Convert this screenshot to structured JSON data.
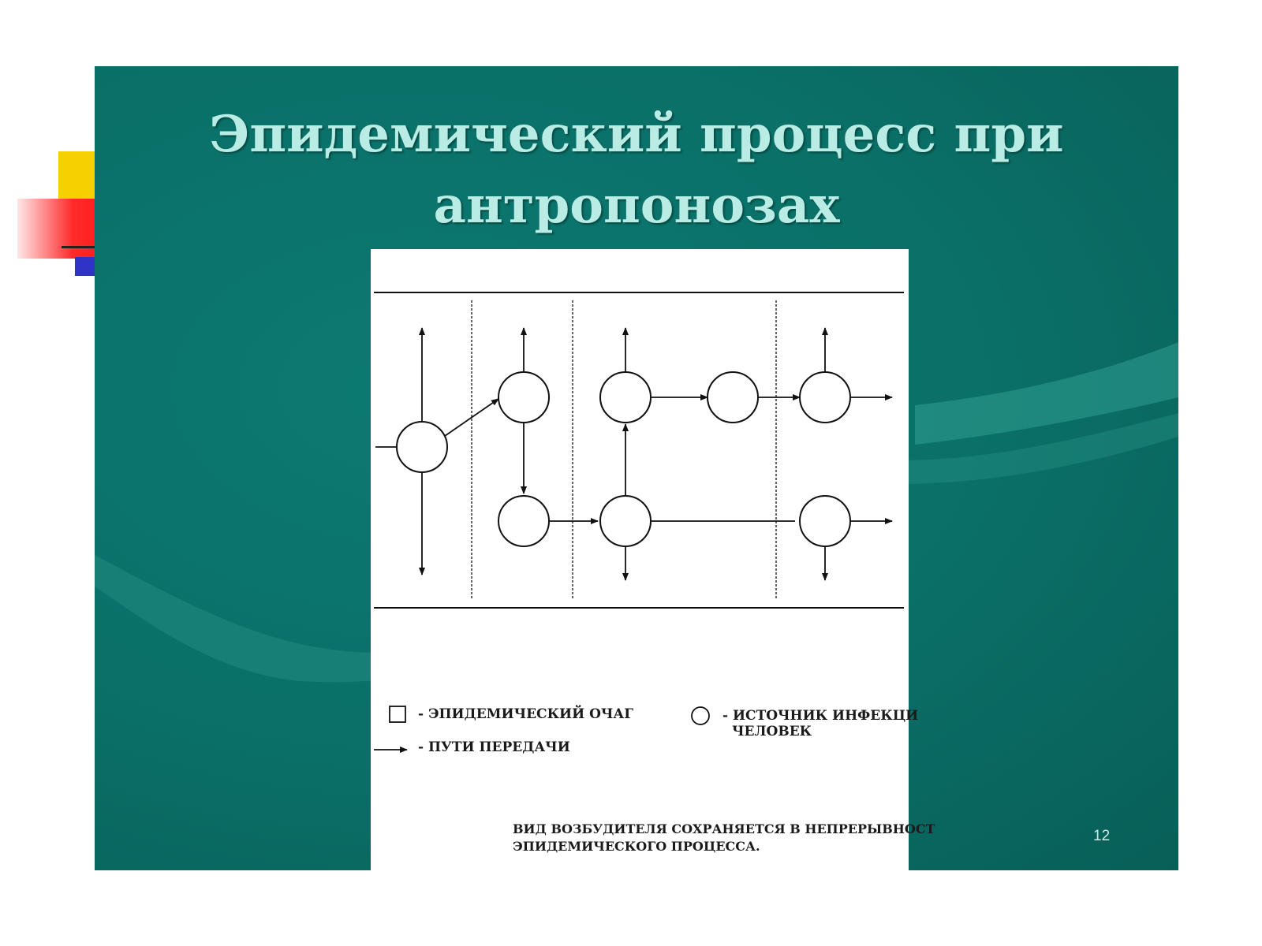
{
  "slide": {
    "title_line1": "Эпидемический процесс при",
    "title_line2": "антропонозах",
    "page_number": "12",
    "background_color": "#0a6f67",
    "title_color": "#b9ece4"
  },
  "diagram": {
    "legend": {
      "focus_label": "- ЭПИДЕМИЧЕСКИЙ ОЧАГ",
      "transmission_label": "- ПУТИ ПЕРЕДАЧИ",
      "source_label_line1": "- ИСТОЧНИК ИНФЕКЦИ",
      "source_label_line2": "ЧЕЛОВЕК"
    },
    "caption_line1": "ВИД ВОЗБУДИТЕЛЯ СОХРАНЯЕТСЯ В НЕПРЕРЫВНОСТ",
    "caption_line2": "ЭПИДЕМИЧЕСКОГО ПРОЦЕССА."
  }
}
